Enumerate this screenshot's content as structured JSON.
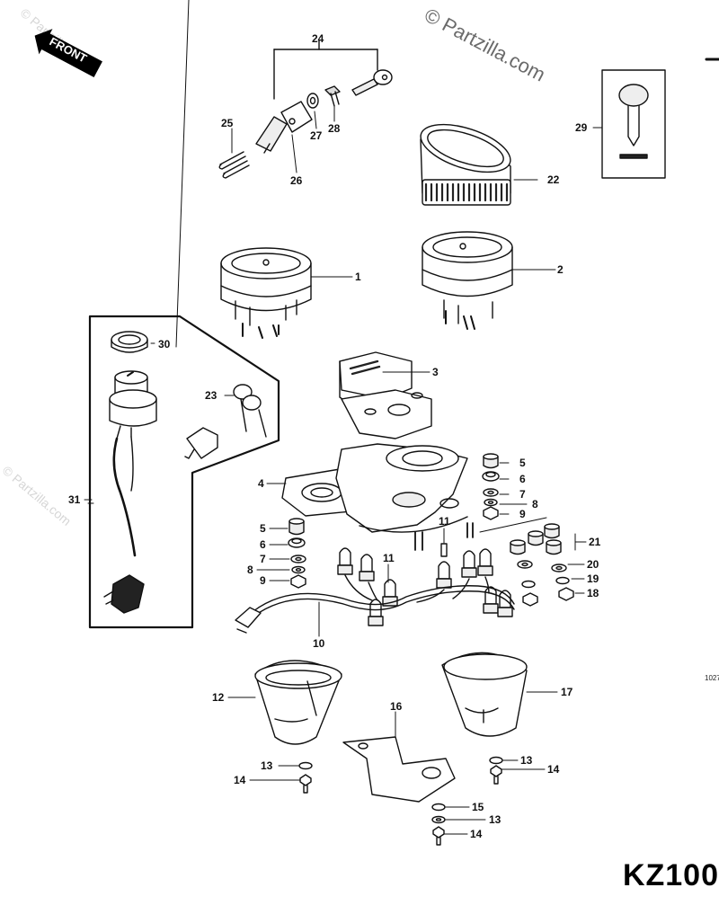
{
  "title": "KZ100",
  "watermark": "© Partzilla.com",
  "front_label": "FRONT",
  "side_code": "1027",
  "parts": [
    {
      "num": "1"
    },
    {
      "num": "2"
    },
    {
      "num": "3"
    },
    {
      "num": "4"
    },
    {
      "num": "5"
    },
    {
      "num": "6"
    },
    {
      "num": "7"
    },
    {
      "num": "8"
    },
    {
      "num": "9"
    },
    {
      "num": "10"
    },
    {
      "num": "11"
    },
    {
      "num": "12"
    },
    {
      "num": "13"
    },
    {
      "num": "14"
    },
    {
      "num": "15"
    },
    {
      "num": "16"
    },
    {
      "num": "17"
    },
    {
      "num": "18"
    },
    {
      "num": "19"
    },
    {
      "num": "20"
    },
    {
      "num": "21"
    },
    {
      "num": "22"
    },
    {
      "num": "23"
    },
    {
      "num": "24"
    },
    {
      "num": "25"
    },
    {
      "num": "26"
    },
    {
      "num": "27"
    },
    {
      "num": "28"
    },
    {
      "num": "29"
    },
    {
      "num": "30"
    },
    {
      "num": "31"
    }
  ],
  "colors": {
    "line": "#111111",
    "background": "#ffffff",
    "watermark": "#6a6a6a"
  }
}
